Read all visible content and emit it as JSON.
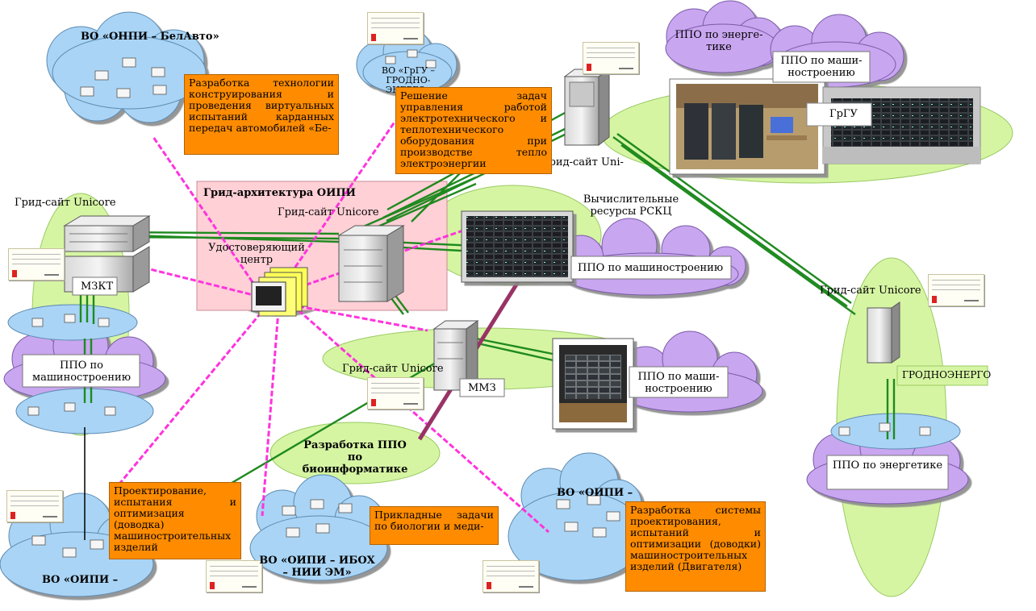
{
  "labels": {
    "belavto": "ВО «ОНПИ – БелАвто»",
    "grsu_vo": "ВО «ГрГУ – ГРОДНО-ЭНЕРГО»",
    "ppo_energ_top": "ППО по энерге-тике",
    "ppo_mash_top": "ППО по маши-ностроению",
    "grgu": "ГрГУ",
    "grid_arch": "Грид-архитектура ОИПИ",
    "grid_unicore_center": "Грид-сайт Unicore",
    "uc": "Удостоверяющий центр",
    "grid_unicore_left": "Грид-сайт Unicore",
    "mzkt": "МЗКТ",
    "ppo_mash_left": "ППО по машиностроению",
    "grid_unicore_top": "Грид-сайт Uni-",
    "vych_res": "Вычислительные ресурсы РСКЦ",
    "ppo_mash_center": "ППО по машиностроению",
    "grid_unicore_mmz": "Грид-сайт Unicore",
    "mmz": "ММЗ",
    "ppo_mash_mmz": "ППО по маши-ностроению",
    "bioinf": "Разработка ППО по биоинформатике",
    "grid_unicore_right": "Грид-сайт Unicore",
    "grodnoenergo": "ГРОДНОЭНЕРГО",
    "ppo_energ_right": "ППО по энергетике",
    "vo_bottom_left": "ВО «ОИПИ –",
    "vo_bottom_left2": "",
    "vo_ibox": "ВО «ОИПИ – ИБОХ – НИИ ЭМ»",
    "vo_bottom_right": "ВО «ОИПИ –"
  },
  "boxes": {
    "belavto_task": "Разработка технологии конструирования и проведения виртуальных испытаний карданных передач автомобилей «Бе-",
    "energy_task": "Решение задач управления работой электротехнического и теплотехнического оборудования при производстве тепло электроэнергии",
    "mash_task": "Проектирование, испытания и оптимизация (доводка) машиностроительных изделий",
    "bio_task": "Прикладные задачи по биологии и меди-",
    "engine_task": "Разработка системы проектирования, испытаний и оптимизации (доводки) машиностроительных изделий (Двигателя)"
  },
  "colors": {
    "cloud_blue": "#a9d4f5",
    "cloud_purple": "#c9a6f0",
    "cloud_pink": "#f0a4d8",
    "ellipse_green": "#d6f5a3",
    "box_orange": "#ff8c00",
    "link_green": "#1f8a1f",
    "link_magenta": "#ff33dd",
    "link_plum": "#993366",
    "pink_panel": "#ffd0d6"
  }
}
